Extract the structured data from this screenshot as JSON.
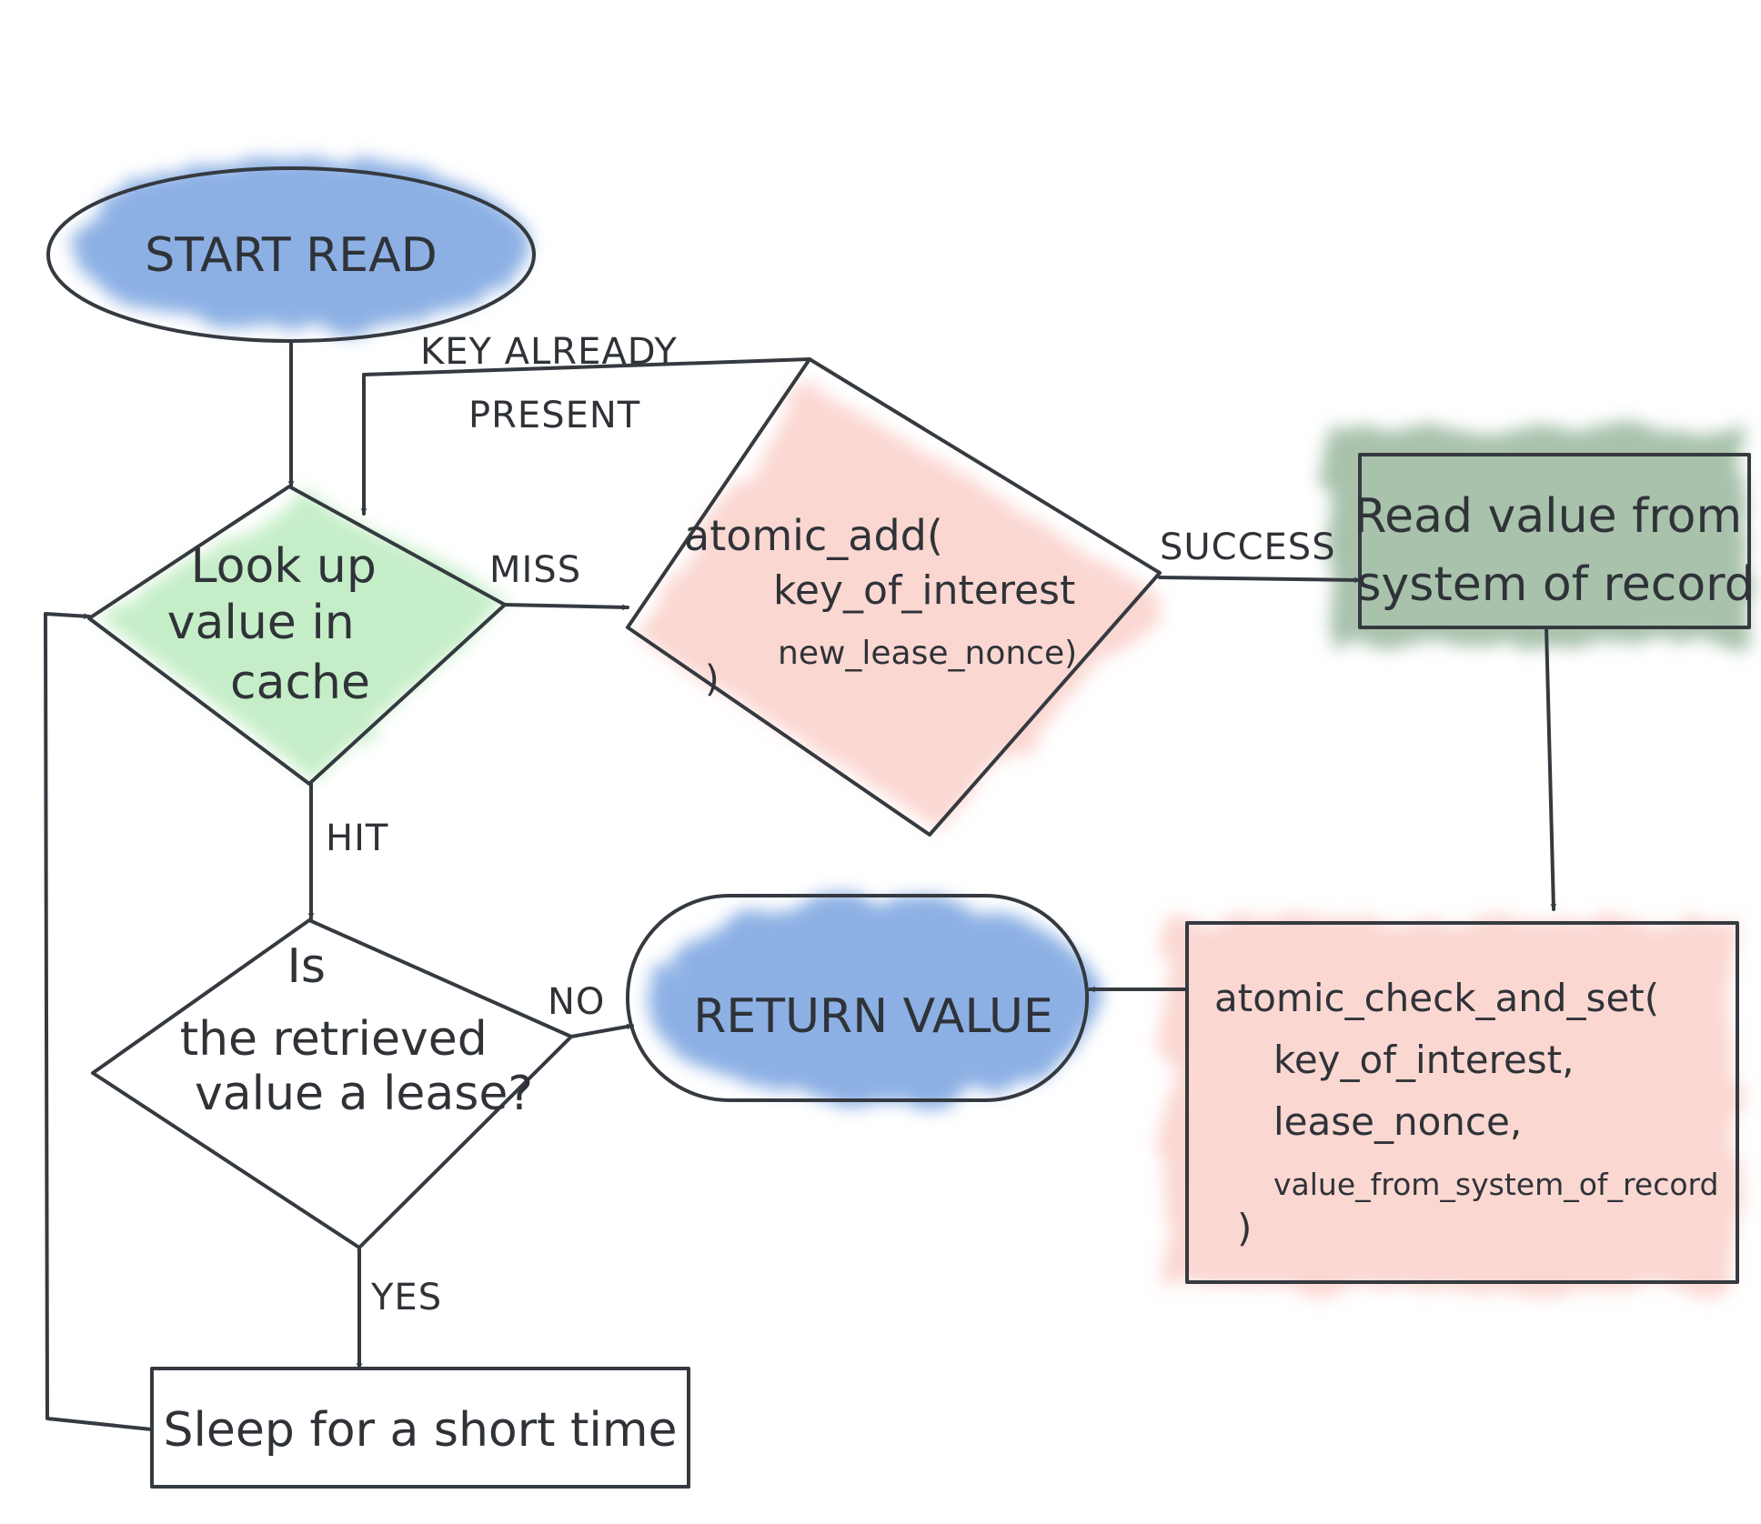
{
  "colors": {
    "ink": "#353a40",
    "blue_wash": "#5b8fd9",
    "green_wash": "#9ee3a4",
    "red_wash": "#f7b6ad",
    "darkgreen_wash": "#6e9a74"
  },
  "nodes": {
    "start_read": {
      "label": "START READ"
    },
    "lookup": {
      "lines": [
        "Look up",
        "value in",
        "cache"
      ]
    },
    "atomic_add": {
      "lines": [
        "atomic_add(",
        "key_of_interest",
        "new_lease_nonce)",
        ")"
      ]
    },
    "read_sor": {
      "lines": [
        "Read value from",
        "system of record"
      ]
    },
    "is_lease": {
      "lines": [
        "Is",
        "the retrieved",
        "value a lease?"
      ]
    },
    "return_value": {
      "label": "RETURN VALUE"
    },
    "check_and_set": {
      "lines": [
        "atomic_check_and_set(",
        "key_of_interest,",
        "lease_nonce,",
        "value_from_system_of_record",
        ")"
      ]
    },
    "sleep": {
      "label": "Sleep for a short time"
    }
  },
  "edges": {
    "key_already_present": [
      "KEY ALREADY",
      "PRESENT"
    ],
    "miss": "MISS",
    "success": "SUCCESS",
    "hit": "HIT",
    "no": "NO",
    "yes": "YES"
  }
}
